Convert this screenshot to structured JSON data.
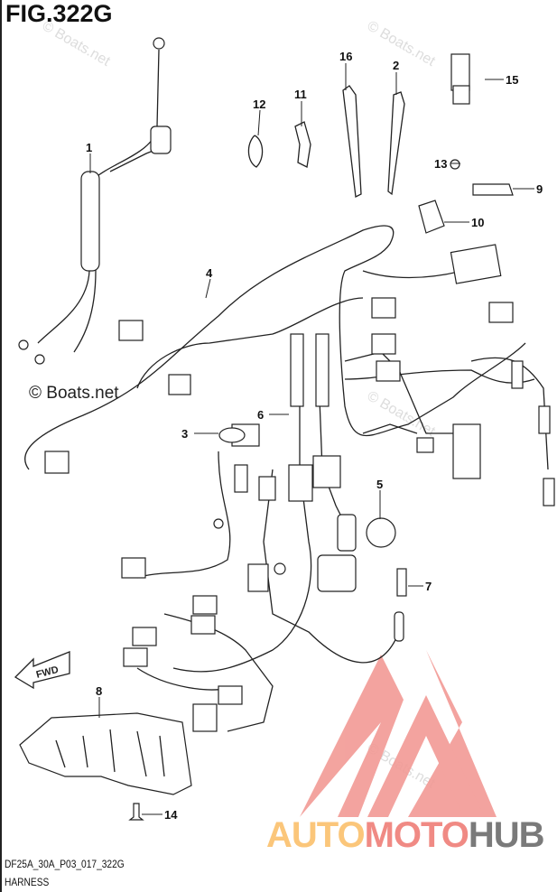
{
  "figure_title": "FIG.322G",
  "diagram_code": "DF25A_30A_P03_017_322G",
  "diagram_name": "HARNESS",
  "watermark": "© Boats.net",
  "fwd_label": "FWD",
  "logo": {
    "part1": "AUTO",
    "part2": "MOTO",
    "part3": "HUB",
    "colors": {
      "auto": "#fbc67a",
      "moto": "#f08a84",
      "hub": "#7a7a7a",
      "triangle": "#f29a95"
    }
  },
  "callouts": [
    "1",
    "2",
    "3",
    "4",
    "5",
    "6",
    "7",
    "8",
    "9",
    "10",
    "11",
    "12",
    "13",
    "14",
    "15",
    "16"
  ]
}
